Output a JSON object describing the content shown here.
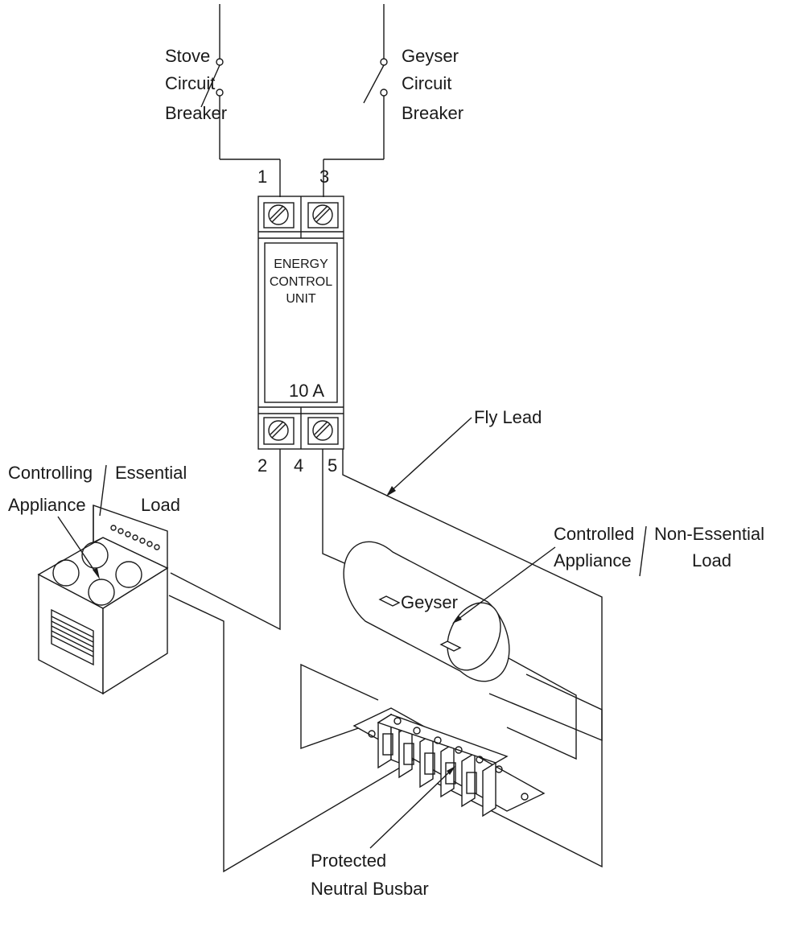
{
  "breakers": {
    "stove": [
      "Stove",
      "Circuit",
      "Breaker"
    ],
    "geyser": [
      "Geyser",
      "Circuit",
      "Breaker"
    ]
  },
  "unit": {
    "line1": "ENERGY",
    "line2": "CONTROL",
    "line3": "UNIT",
    "rating": "10 A"
  },
  "terminals": {
    "t1": "1",
    "t2": "2",
    "t3": "3",
    "t4": "4",
    "t5": "5"
  },
  "labels": {
    "fly_lead": "Fly Lead",
    "essential": {
      "left1": "Controlling",
      "left2": "Appliance",
      "right1": "Essential",
      "right2": "Load"
    },
    "non_essential": {
      "left1": "Controlled",
      "left2": "Appliance",
      "right1": "Non-Essential",
      "right2": "Load"
    },
    "geyser": "Geyser",
    "busbar": [
      "Protected",
      "Neutral Busbar"
    ]
  }
}
